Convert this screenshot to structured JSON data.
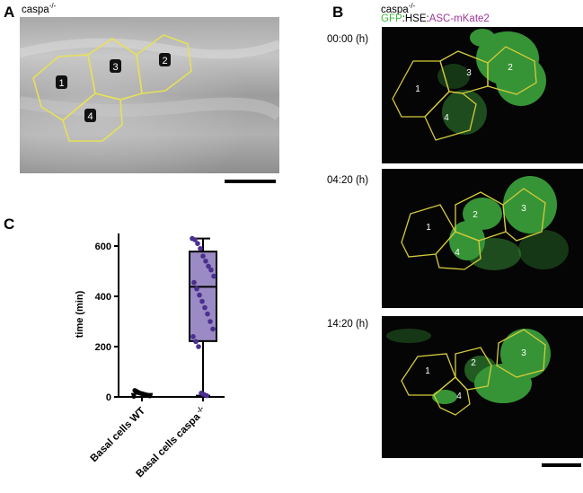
{
  "figure": {
    "panel_a": {
      "letter": "A",
      "genotype": "caspa",
      "genotype_sup": "-/-",
      "cells": [
        "1",
        "2",
        "3",
        "4"
      ]
    },
    "panel_b": {
      "letter": "B",
      "genotype": "caspa",
      "genotype_sup": "-/-",
      "label_gfp": "GFP",
      "label_sep1": ":",
      "label_hse": "HSE",
      "label_sep2": ":",
      "label_asc": "ASC-mKate2",
      "frames": [
        {
          "time": "00:00 (h)",
          "cells": [
            "1",
            "3",
            "2",
            "4"
          ]
        },
        {
          "time": "04:20 (h)",
          "cells": [
            "1",
            "2",
            "3",
            "4"
          ]
        },
        {
          "time": "14:20 (h)",
          "cells": [
            "1",
            "2",
            "3",
            "4"
          ]
        }
      ]
    },
    "panel_c": {
      "letter": "C"
    }
  },
  "chart_data": {
    "type": "box",
    "ylabel": "time (min)",
    "ylim": [
      0,
      650
    ],
    "yticks": [
      0,
      200,
      400,
      600
    ],
    "categories": [
      "Basal cells WT",
      "Basal cells caspa"
    ],
    "category_suffix": [
      "",
      "-/-"
    ],
    "series": [
      {
        "values_wt": [
          2,
          4,
          5,
          6,
          7,
          8,
          9,
          10,
          11,
          12,
          13,
          14,
          15,
          16,
          18,
          20,
          22,
          24,
          26
        ]
      },
      {
        "min": 5,
        "q1": 222,
        "median": 438,
        "q3": 578,
        "max": 630,
        "points": [
          630,
          625,
          610,
          590,
          560,
          540,
          520,
          505,
          480,
          455,
          430,
          405,
          380,
          355,
          330,
          300,
          270,
          240,
          220,
          200,
          15,
          10,
          5
        ]
      }
    ],
    "colors": {
      "box_fill": "#9b8bc4",
      "points": "#4b2f8f",
      "wt_points": "#000000"
    }
  }
}
